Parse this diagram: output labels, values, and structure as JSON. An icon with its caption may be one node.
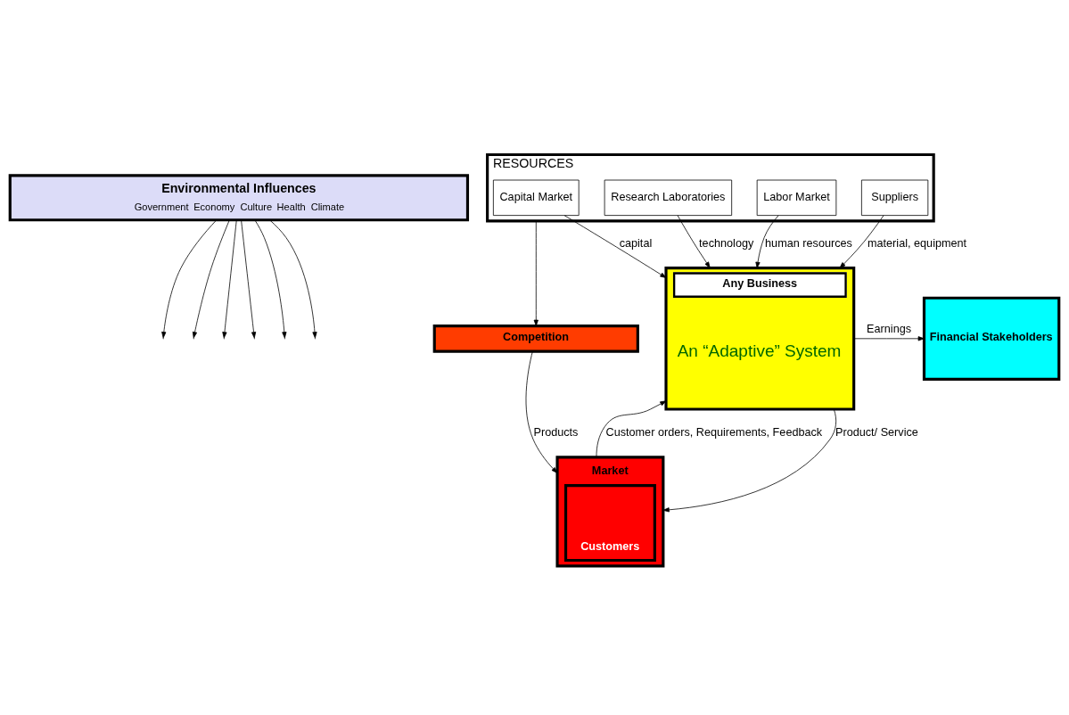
{
  "diagram": {
    "nodes": [
      {
        "text": [
          "Environmental Influences",
          "Government",
          "Economy",
          "Culture",
          "Health",
          "Climate"
        ]
      },
      {
        "text": [
          "RESOURCES"
        ]
      },
      {
        "text": [
          "Capital Market"
        ],
        "in": 1
      },
      {
        "text": [
          "Labor Market"
        ],
        "in": 1
      },
      {
        "text": [
          "Suppliers"
        ],
        "in": 1
      },
      {
        "text": [
          "Research Laboratories"
        ],
        "in": 1
      },
      {
        "text": [
          "Any Business",
          "An “Adaptive” System"
        ]
      },
      {
        "text": [
          "Financial Stakeholders"
        ]
      },
      {
        "text": [
          "Market",
          "Customers"
        ]
      },
      {
        "text": [
          "Competition"
        ]
      }
    ],
    "edges": [
      {
        "from": 0,
        "to": null,
        "arrow": "to"
      },
      {
        "from": 0,
        "to": null,
        "arrow": "to"
      },
      {
        "from": 0,
        "to": null,
        "arrow": "to"
      },
      {
        "from": 0,
        "to": null,
        "arrow": "to"
      },
      {
        "from": 0,
        "to": null,
        "arrow": "to"
      },
      {
        "from": 0,
        "to": null,
        "arrow": "to"
      },
      {
        "from": 2,
        "to": 6,
        "arrow": "to",
        "label": "capital"
      },
      {
        "from": 3,
        "to": 6,
        "arrow": "to",
        "label": "human resources"
      },
      {
        "from": 4,
        "to": 6,
        "arrow": "to",
        "label": "material, equipment"
      },
      {
        "from": 5,
        "to": 6,
        "arrow": "to",
        "label": "technology"
      },
      {
        "from": 6,
        "to": 7,
        "arrow": "to",
        "label": "Earnings"
      },
      {
        "from": 6,
        "to": 8,
        "arrow": "to",
        "label": "Product/ Service"
      },
      {
        "from": 8,
        "to": 6,
        "arrow": "to",
        "label": "Customer orders, Requirements, Feedback"
      },
      {
        "from": 1,
        "to": 9,
        "arrow": "to"
      },
      {
        "from": 9,
        "to": 8,
        "arrow": "to",
        "label": "Products"
      }
    ]
  }
}
